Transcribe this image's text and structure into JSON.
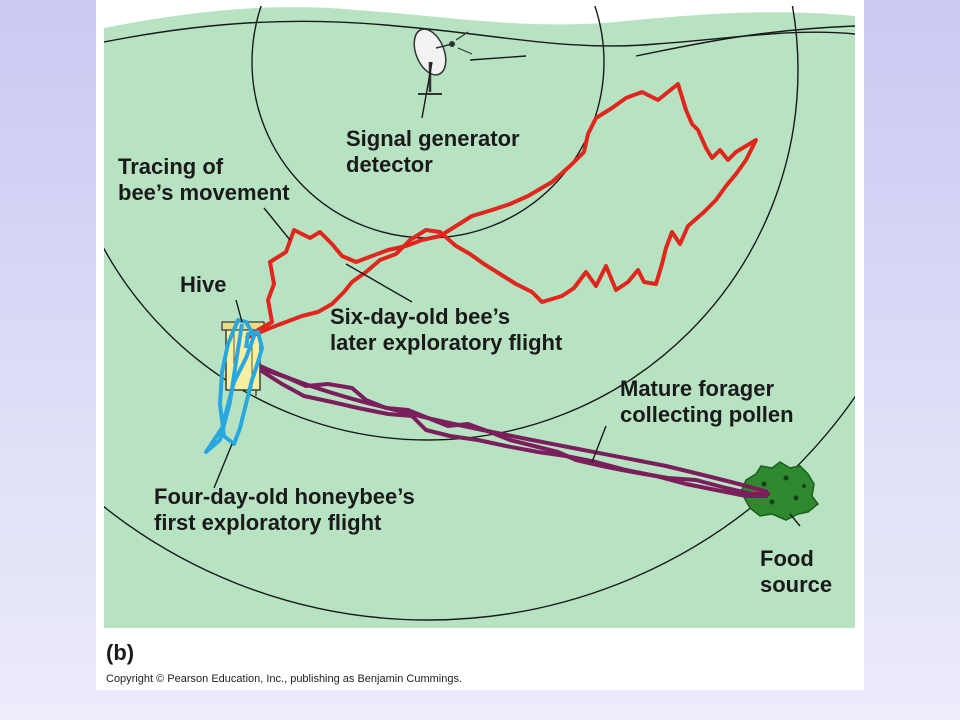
{
  "labels": {
    "signal_line1": "Signal generator",
    "signal_line2": "detector",
    "tracing_line1": "Tracing of",
    "tracing_line2": "bee’s movement",
    "hive": "Hive",
    "six_day_line1": "Six-day-old bee’s",
    "six_day_line2": "later exploratory flight",
    "mature_line1": "Mature forager",
    "mature_line2": "collecting pollen",
    "four_day_line1": "Four-day-old honeybee’s",
    "four_day_line2": "first exploratory flight",
    "food_line1": "Food",
    "food_line2": "source"
  },
  "panel_letter": "(b)",
  "copyright": "Copyright © Pearson Education, Inc., publishing as Benjamin Cummings.",
  "colors": {
    "field": "#b8e3c3",
    "field_back": "#c5e9cd",
    "six_day_path": "#e0261d",
    "four_day_path": "#29a8e0",
    "mature_path": "#7a1f5c",
    "hive": "#f7efa0",
    "bush": "#2f8a2f"
  }
}
